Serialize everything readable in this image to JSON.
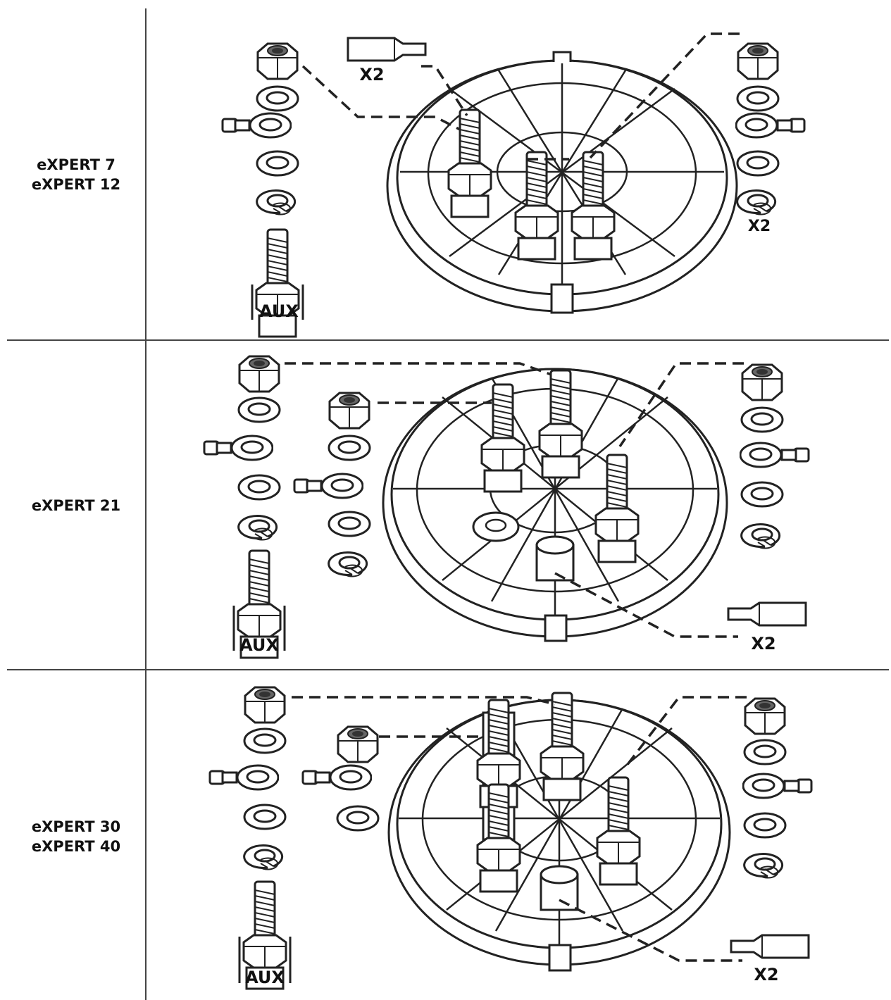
{
  "rows": [
    {
      "models": [
        "eXPERT 7",
        "eXPERT 12"
      ],
      "aux_label": "AUX",
      "x2_label_top": "X2",
      "x2_label_side": "X2"
    },
    {
      "models": [
        "eXPERT 21"
      ],
      "aux_label": "AUX",
      "x2_label": "X2"
    },
    {
      "models": [
        "eXPERT 30",
        "eXPERT 40"
      ],
      "aux_label": "AUX",
      "x2_label": "X2"
    }
  ]
}
